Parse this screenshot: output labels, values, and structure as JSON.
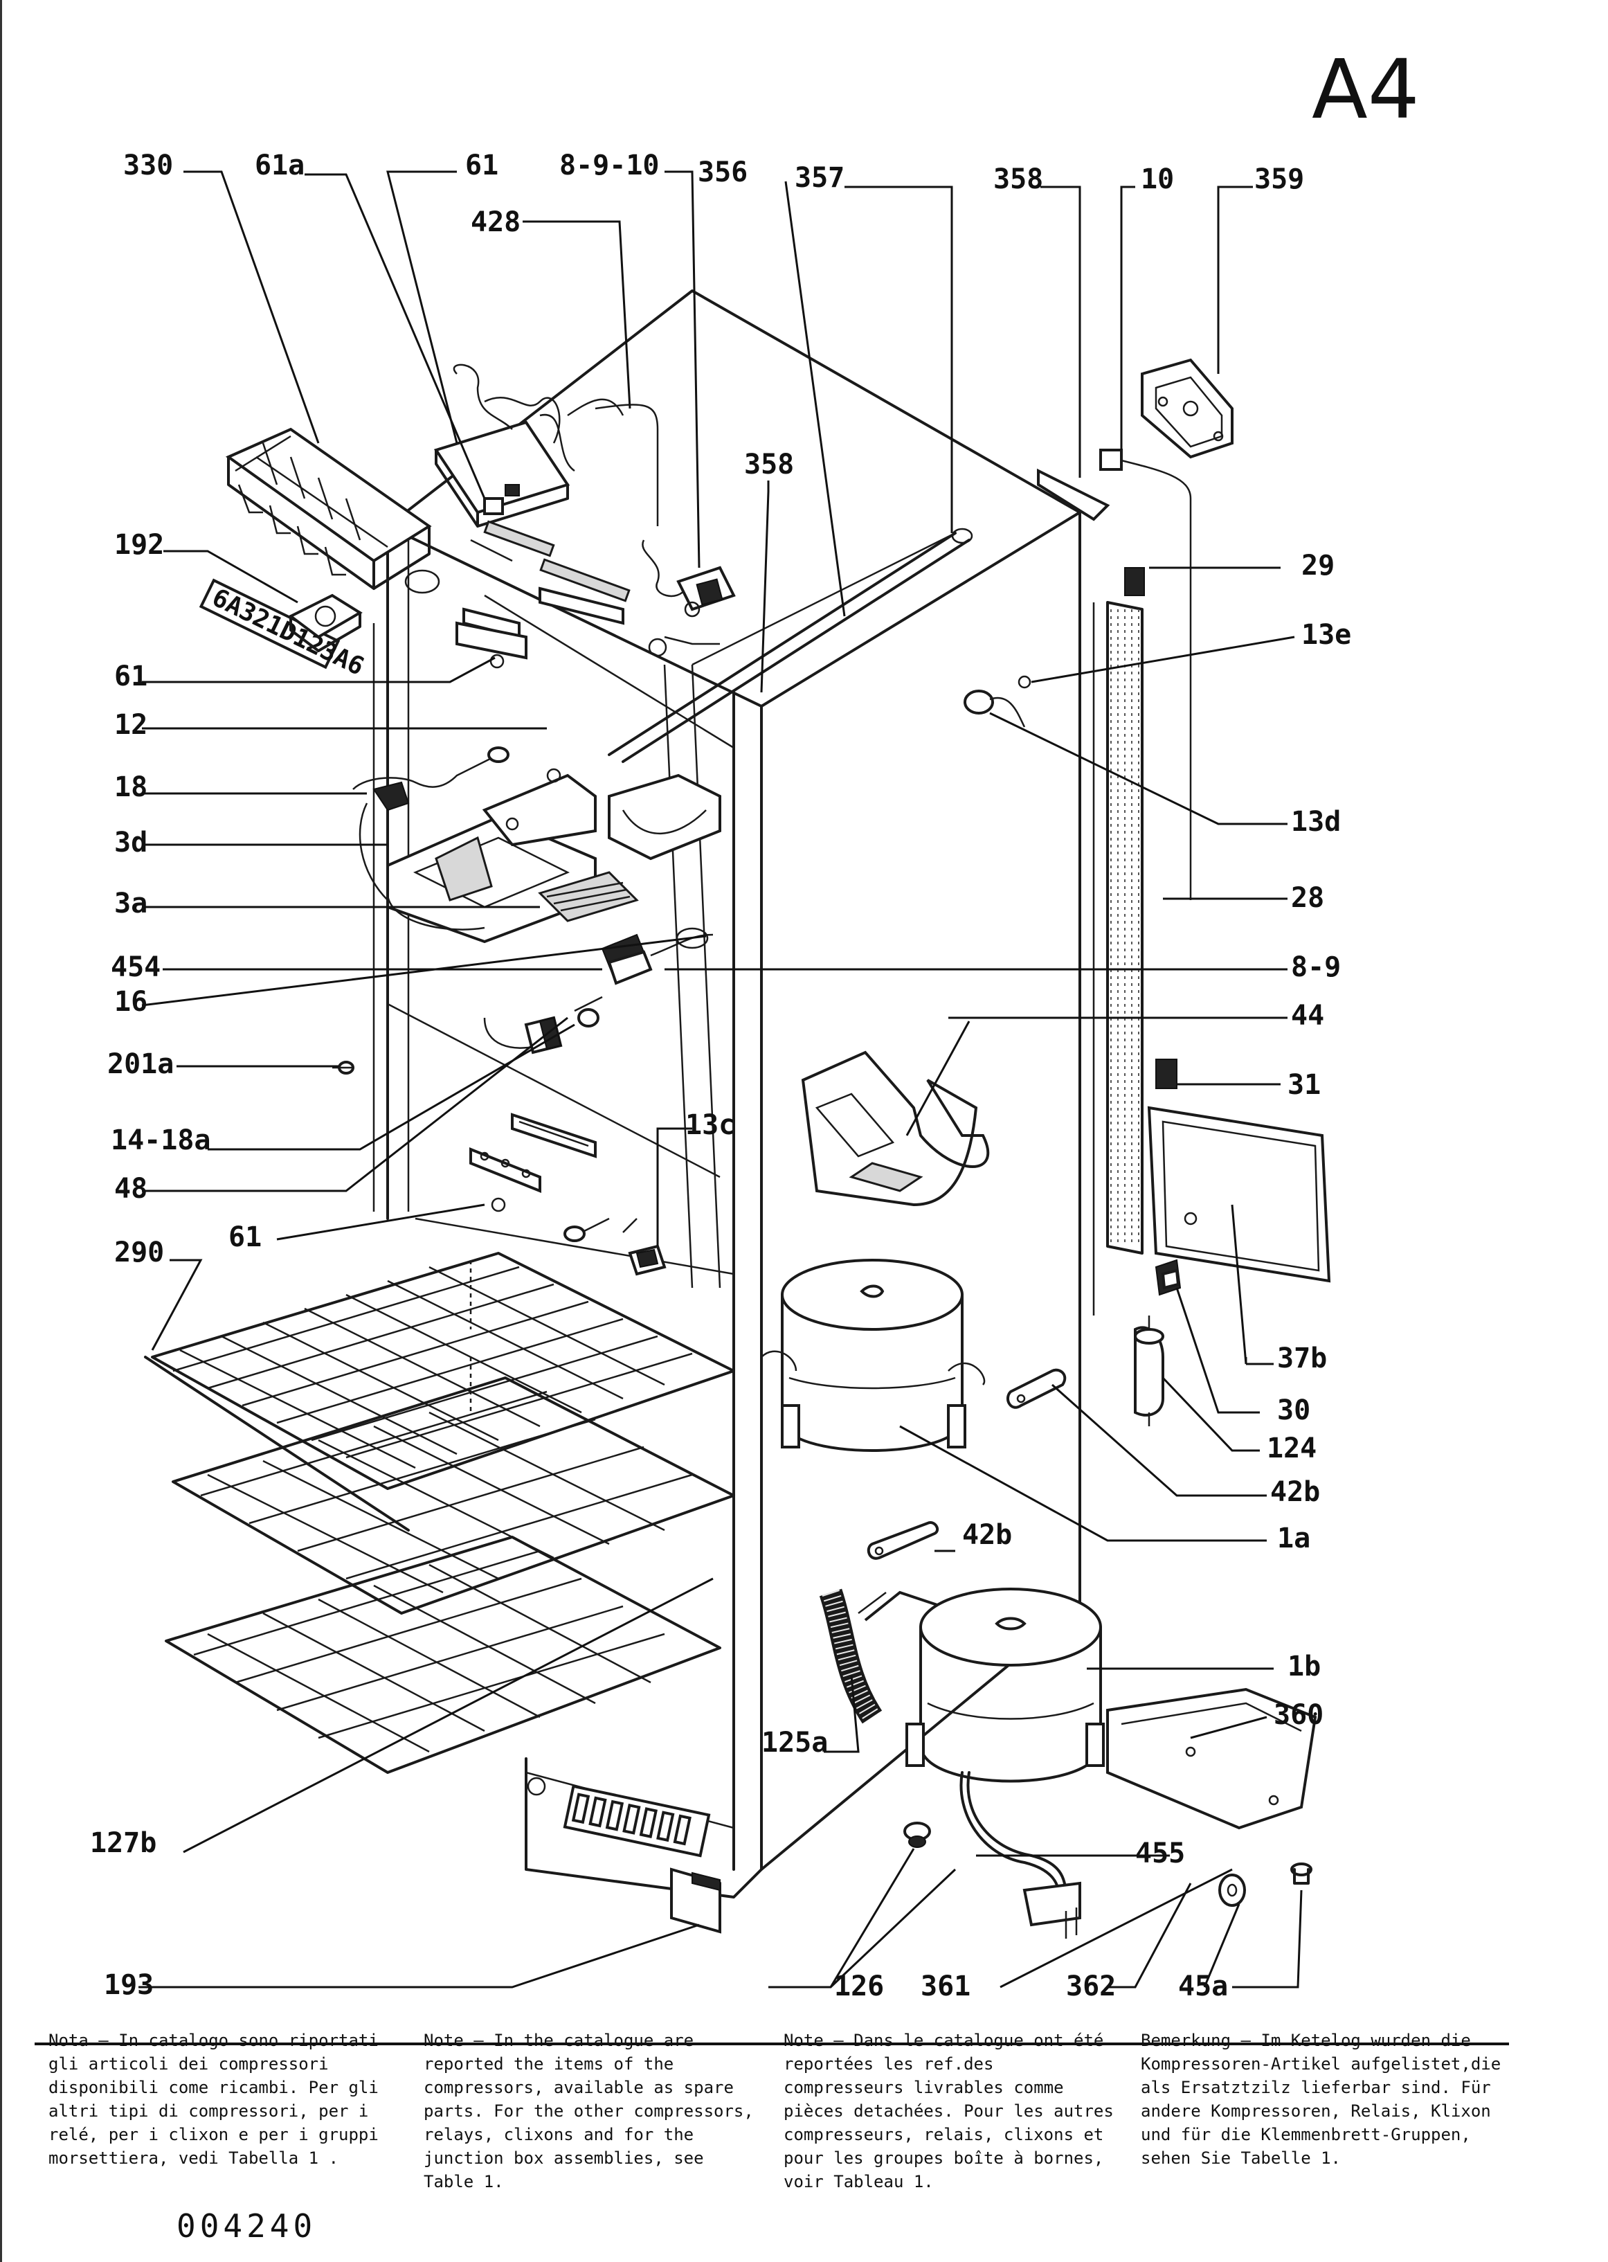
{
  "page": {
    "title": "A4",
    "doc_code": "004240"
  },
  "labels": {
    "l330": "330",
    "l61a": "61a",
    "l61_top": "61",
    "l8910": "8-9-10",
    "l356": "356",
    "l357": "357",
    "l358_top": "358",
    "l10": "10",
    "l359": "359",
    "l428": "428",
    "l358_mid": "358",
    "l192": "192",
    "l29": "29",
    "l13e": "13e",
    "l61_left": "61",
    "l12": "12",
    "l18": "18",
    "l13d": "13d",
    "l3d": "3d",
    "l3a": "3a",
    "l28": "28",
    "l454": "454",
    "l89": "8-9",
    "l16": "16",
    "l44": "44",
    "l201a": "201a",
    "l31": "31",
    "l1418a": "14-18a",
    "l13c": "13c",
    "l48": "48",
    "l61_low": "61",
    "l290": "290",
    "l37b": "37b",
    "l30": "30",
    "l124": "124",
    "l42b_r": "42b",
    "l1a": "1a",
    "l42b_c": "42b",
    "l1b": "1b",
    "l360": "360",
    "l125a": "125a",
    "l127b": "127b",
    "l455": "455",
    "l193": "193",
    "l126": "126",
    "l361": "361",
    "l362": "362",
    "l45a": "45a"
  },
  "part_markings": {
    "serial_plate": "6A321D123A6"
  },
  "notes": {
    "italian": "Nota – In catalogo sono riportati gli articoli dei compressori disponibili come ricambi. Per gli altri tipi di compressori, per i relé, per i clixon e per i gruppi morsettiera, vedi Tabella 1 .",
    "english": "Note – In the catalogue are reported the items of the compressors, available as spare parts. For the other compressors, relays, clixons and for the junction box assemblies, see Table 1.",
    "french": "Note – Dans le catalogue ont été reportées les ref.des compresseurs livrables comme pièces detachées. Pour les autres compresseurs, relais, clixons et pour les groupes boîte à bornes, voir Tableau 1.",
    "german": "Bemerkung – Im Ketelog wurden die Kompressoren-Artikel aufgelistet,die als Ersatztzilz lieferbar sind. Für andere Kompressoren, Relais, Klixon und für die Klemmenbrett-Gruppen, sehen Sie Tabelle 1."
  },
  "colors": {
    "ink": "#111111",
    "paper": "#ffffff",
    "shade": "#d8d8d8"
  }
}
